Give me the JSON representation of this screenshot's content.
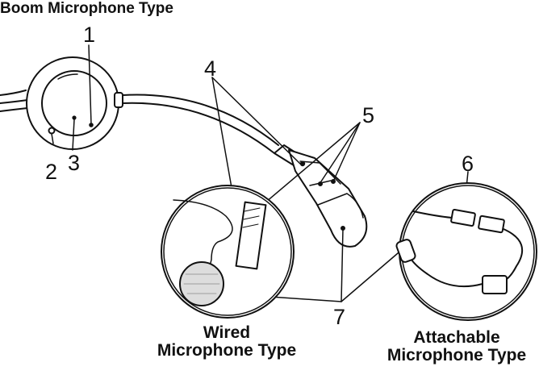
{
  "title": "Boom Microphone Type",
  "callouts": {
    "c1": "1",
    "c2": "2",
    "c3": "3",
    "c4": "4",
    "c5": "5",
    "c6": "6",
    "c7": "7"
  },
  "captions": {
    "wired_line1": "Wired",
    "wired_line2": "Microphone Type",
    "attachable_line1": "Attachable",
    "attachable_line2": "Microphone Type"
  },
  "icons": {
    "speaker": "headset-speaker-icon",
    "boom": "boom-arm-icon",
    "wired_mic": "wired-microphone-icon",
    "attachable_mic": "attachable-microphone-icon"
  }
}
